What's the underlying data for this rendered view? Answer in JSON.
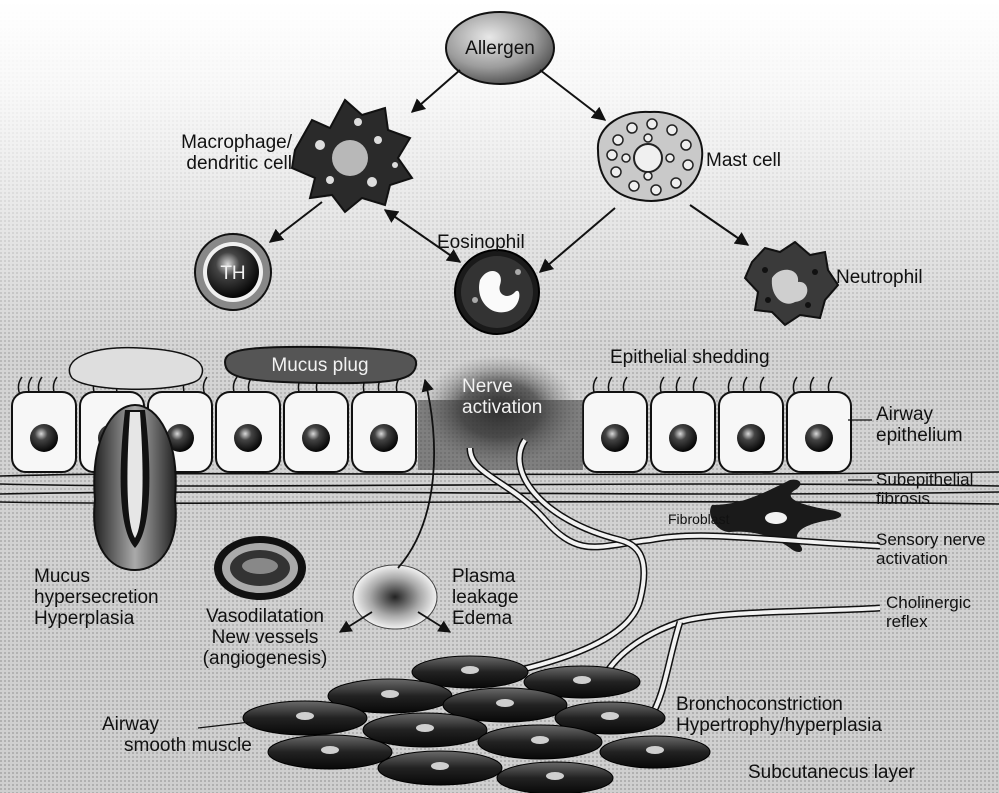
{
  "labels": {
    "allergen": "Allergen",
    "macrophage": [
      "Macrophage/",
      "dendritic cell"
    ],
    "mast_cell": "Mast cell",
    "th": "TH",
    "eosinophil": "Eosinophil",
    "neutrophil": "Neutrophil",
    "mucus_plug": "Mucus plug",
    "epithelial_shedding": "Epithelial shedding",
    "nerve_activation": [
      "Nerve",
      "activation"
    ],
    "airway_epithelium": [
      "Airway",
      "epithelium"
    ],
    "subepithelial_fibrosis": [
      "Subepithelial",
      "fibrosis"
    ],
    "fibroblast": "Fibroblast",
    "sensory_nerve": [
      "Sensory nerve",
      "activation"
    ],
    "cholinergic_reflex": [
      "Cholinergic",
      "reflex"
    ],
    "mucus_hypersecretion": [
      "Mucus",
      "hypersecretion",
      "Hyperplasia"
    ],
    "vasodilatation": [
      "Vasodilatation",
      "New vessels",
      "(angiogenesis)"
    ],
    "plasma_leakage": [
      "Plasma",
      "leakage",
      "Edema"
    ],
    "airway_smooth_muscle": [
      "Airway",
      "smooth muscle"
    ],
    "bronchoconstriction": [
      "Bronchoconstriction",
      "Hypertrophy/hyperplasia"
    ],
    "subcutaneous_layer": "Subcutanecus layer"
  },
  "colors": {
    "cell_fill": "#b8b8b8",
    "nucleus": "#1a1a1a",
    "arrow": "#111111"
  }
}
